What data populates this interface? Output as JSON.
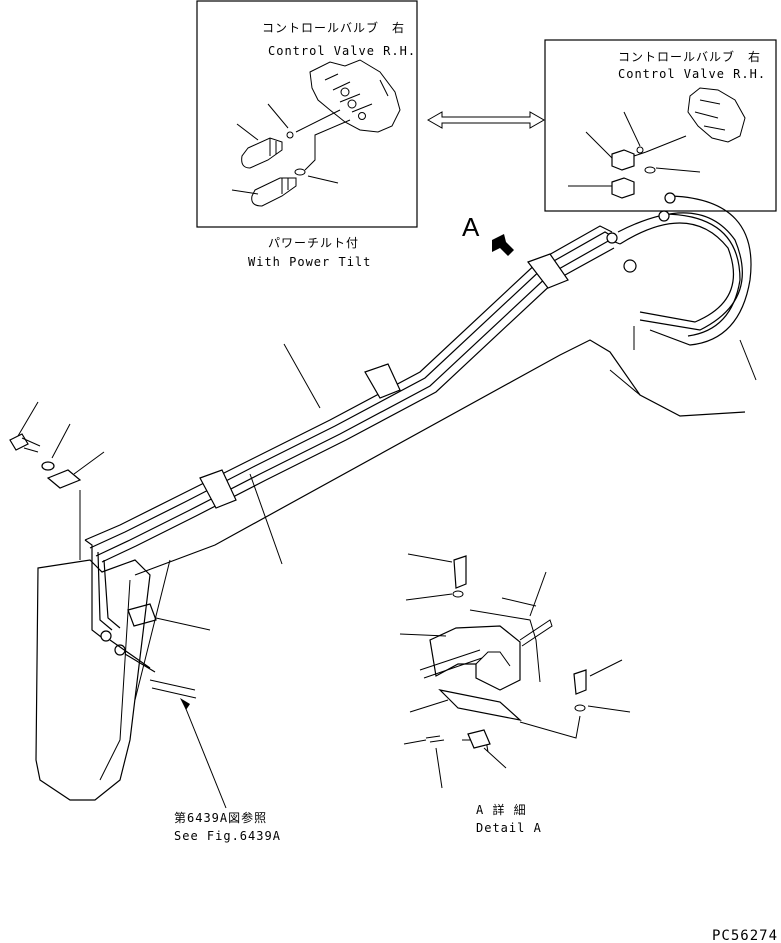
{
  "inset_left": {
    "title_jp": "コントロールバルブ　右",
    "title_en": "Control Valve R.H."
  },
  "inset_right": {
    "title_jp": "コントロールバルブ　右",
    "title_en": "Control Valve R.H."
  },
  "power_tilt": {
    "label_jp": "パワーチルト付",
    "label_en": "With Power Tilt"
  },
  "view_marker": "A",
  "detail": {
    "label_jp": "A 詳 細",
    "label_en": "Detail A"
  },
  "see_fig": {
    "label_jp": "第6439A図参照",
    "label_en": "See Fig.6439A"
  },
  "drawing_code": "PC56274"
}
